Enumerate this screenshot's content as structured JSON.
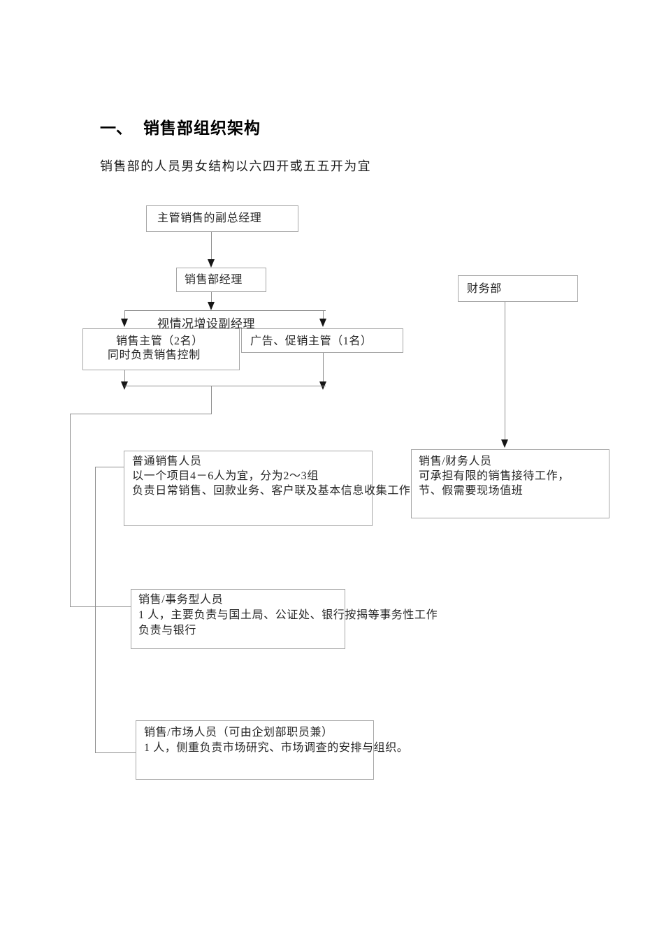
{
  "document": {
    "heading": {
      "number": "一、",
      "title": "销售部组织架构"
    },
    "intro": "销售部的人员男女结构以六四开或五五开为宜"
  },
  "orgchart": {
    "edge_label": "视情况增设副经理",
    "nodes": {
      "vp": {
        "lines": [
          "主管销售的副总经理"
        ]
      },
      "sales_manager": {
        "lines": [
          "销售部经理"
        ]
      },
      "finance_dept": {
        "lines": [
          "财务部"
        ]
      },
      "sales_supervisor": {
        "lines": [
          "销售主管（2名）",
          "同时负责销售控制"
        ]
      },
      "ad_promo_supervisor": {
        "lines": [
          "广告、促销主管（1名）"
        ]
      },
      "general_sales": {
        "lines": [
          "普通销售人员",
          "以一个项目4－6人为宜，分为2～3组",
          "负责日常销售、回款业务、客户联及基本信息收集工作"
        ]
      },
      "sales_finance_staff": {
        "lines": [
          "销售/财务人员",
          "可承担有限的销售接待工作，",
          "节、假需要现场值班"
        ]
      },
      "sales_admin_staff": {
        "lines": [
          "销售/事务型人员",
          "1 人，主要负责与国土局、公证处、银行按揭等事务性工作",
          "负责与银行"
        ]
      },
      "sales_market_staff": {
        "lines": [
          "销售/市场人员（可由企划部职员兼）",
          "1 人，侧重负责市场研究、市场调查的安排与组织。"
        ]
      }
    },
    "edges": [
      "vp → sales_manager",
      "sales_manager → sales_supervisor",
      "sales_manager → ad_promo_supervisor",
      "supervisors → general_sales / sales_admin_staff / sales_market_staff",
      "finance_dept → sales_finance_staff"
    ],
    "colors": {
      "box_border": "#a6a6a6",
      "connector": "#8f8f8f",
      "arrowhead": "#161616",
      "text": "#262626"
    }
  }
}
